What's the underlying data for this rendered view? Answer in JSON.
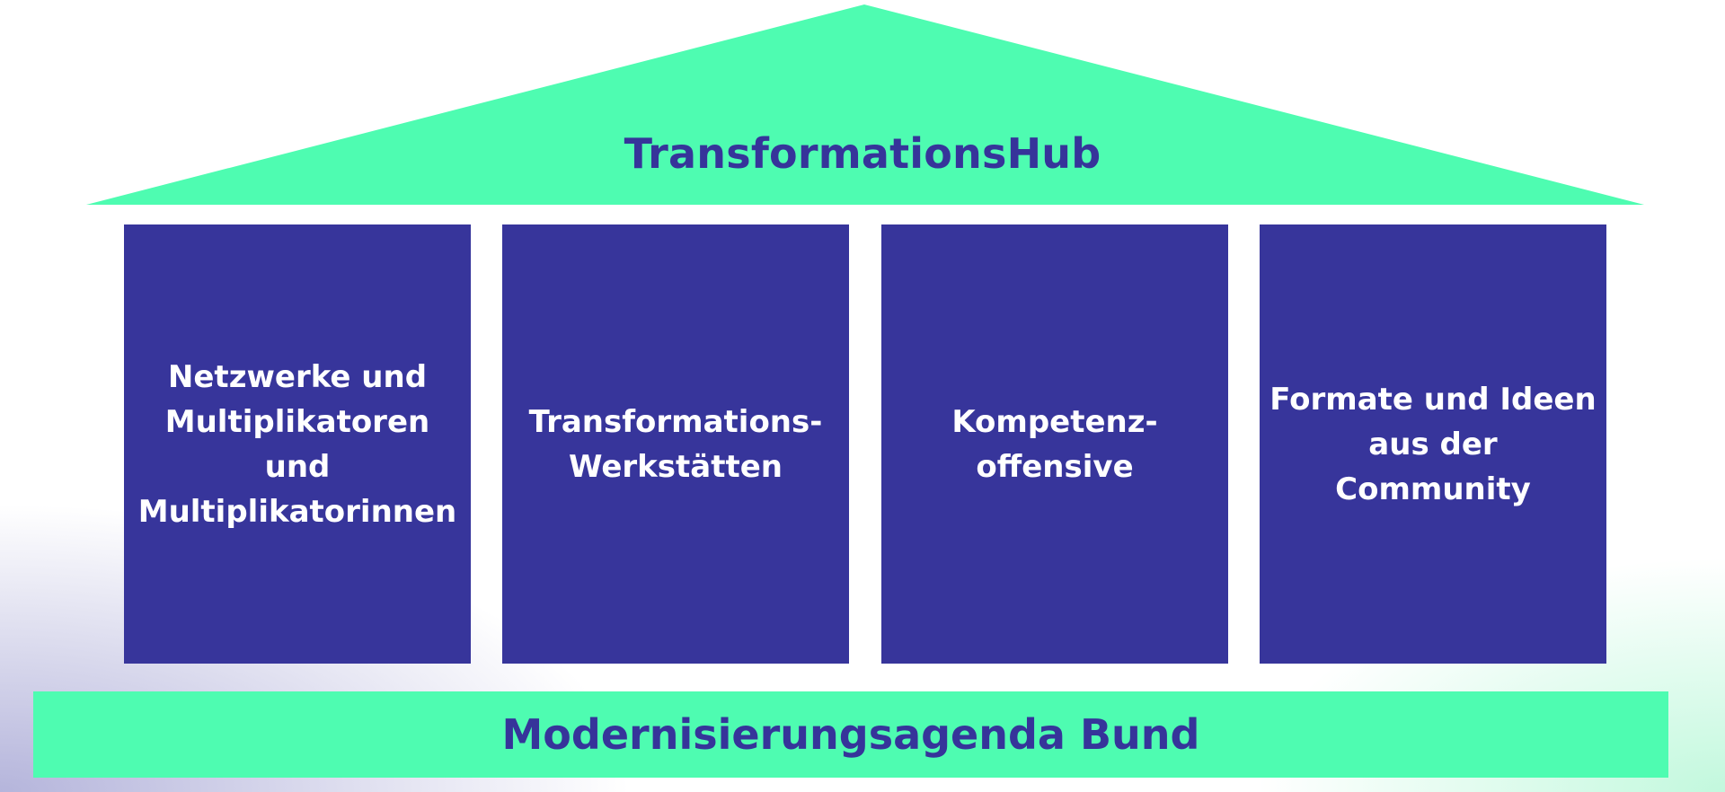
{
  "colors": {
    "accent_green": "#4efcb1",
    "pillar_blue": "#37359b",
    "title_text": "#36349a",
    "pillar_text": "#ffffff"
  },
  "roof": {
    "title": "TransformationsHub"
  },
  "pillars": [
    {
      "label": "Netzwerke und\nMultiplikatoren\nund\nMultiplikatorinnen"
    },
    {
      "label": "Transformations-\nWerkstätten"
    },
    {
      "label": "Kompetenz-\noffensive"
    },
    {
      "label": "Formate und Ideen\naus der\nCommunity"
    }
  ],
  "foundation": {
    "title": "Modernisierungsagenda Bund"
  }
}
